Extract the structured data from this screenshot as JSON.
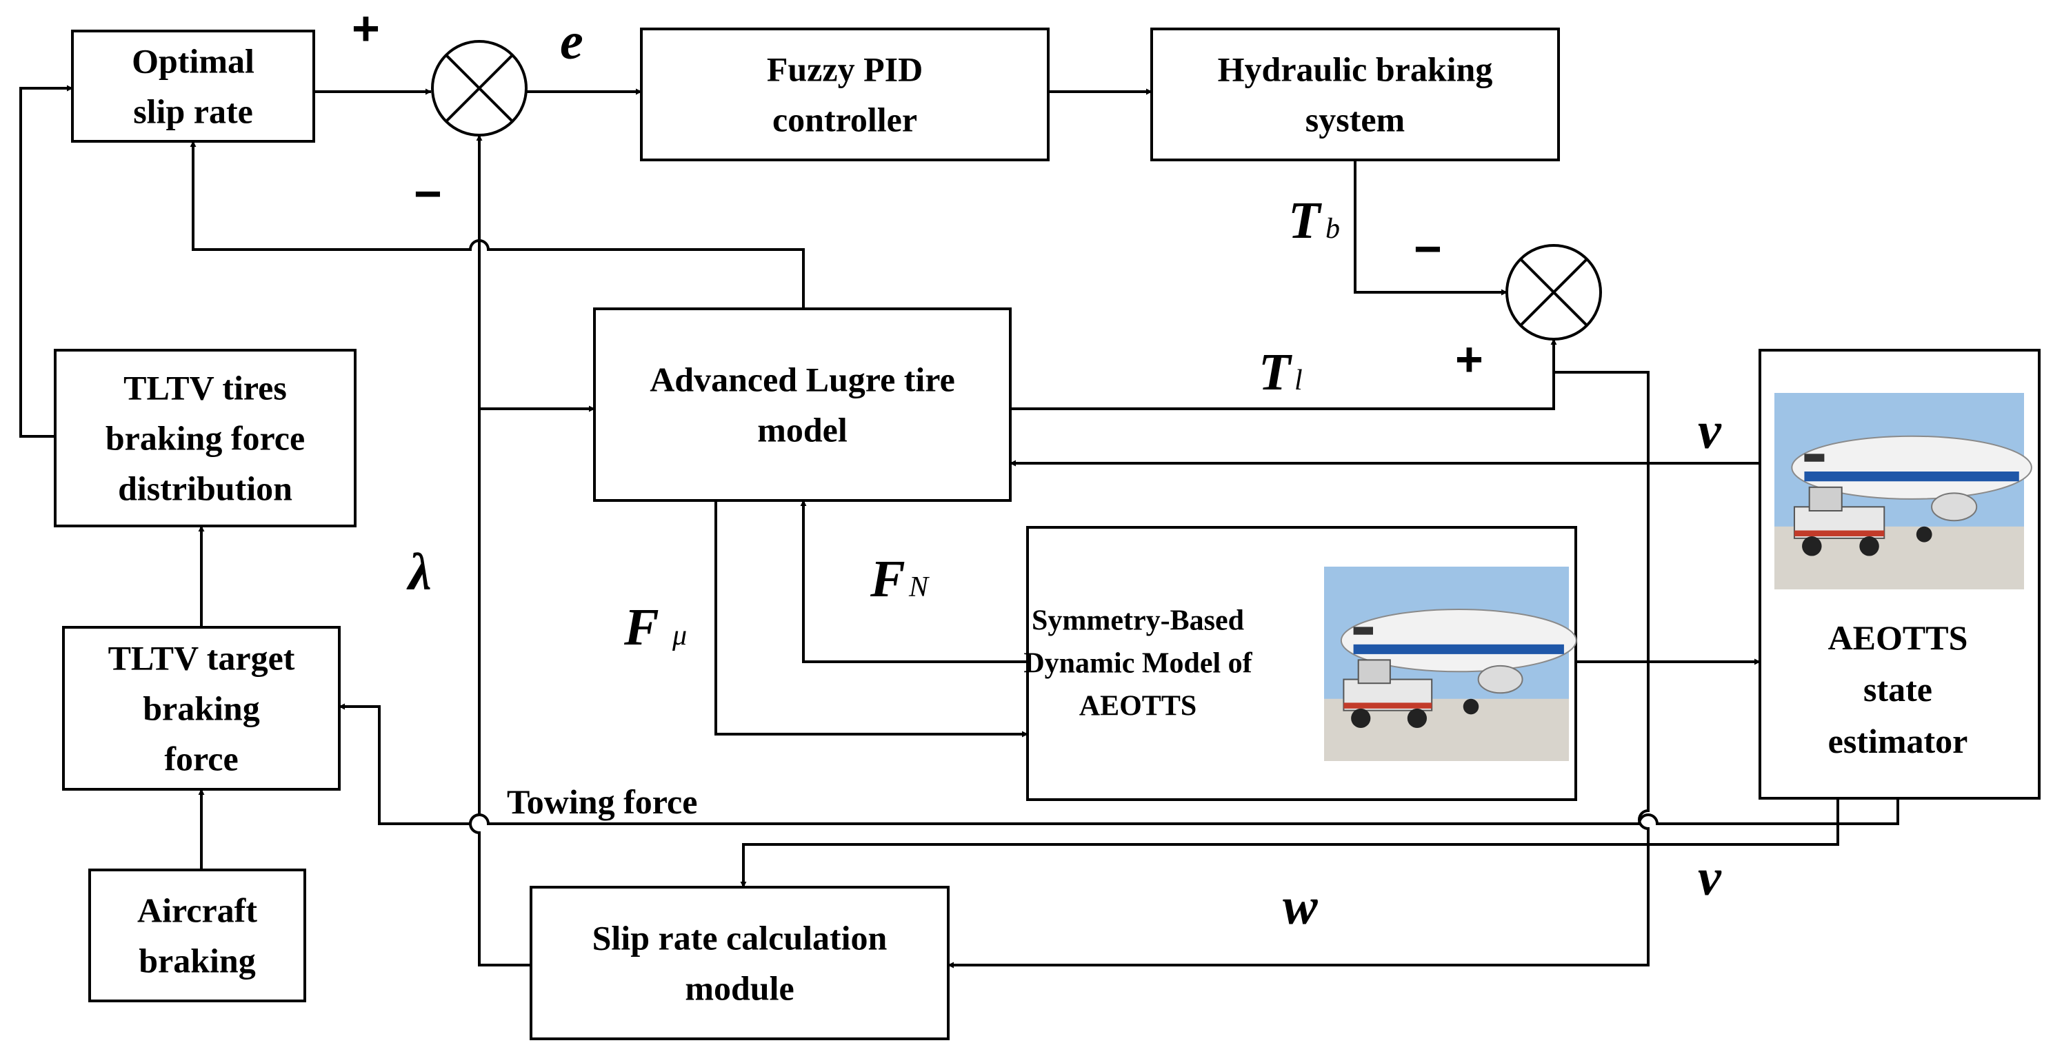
{
  "blocks": {
    "optimal_slip": [
      "Optimal",
      "slip rate"
    ],
    "fuzzy_pid": [
      "Fuzzy PID",
      "controller"
    ],
    "hydraulic": [
      "Hydraulic braking",
      "system"
    ],
    "lugre": [
      "Advanced Lugre tire",
      "model"
    ],
    "tltv_dist": [
      "TLTV tires",
      "braking force",
      "distribution"
    ],
    "tltv_target": [
      "TLTV target",
      "braking",
      "force"
    ],
    "aircraft_braking": [
      "Aircraft",
      "braking"
    ],
    "symmetry_model": [
      "Symmetry-Based",
      "Dynamic Model of",
      "AEOTTS"
    ],
    "estimator": [
      "AEOTTS",
      "state",
      "estimator"
    ],
    "slip_calc": [
      "Slip rate calculation",
      "module"
    ]
  },
  "signals": {
    "e": "e",
    "tb_main": "T",
    "tb_sub": "b",
    "tl_main": "T",
    "tl_sub": "l",
    "v_top": "v",
    "v_bottom": "v",
    "fn_main": "F",
    "fn_sub": "N",
    "fmu_main": "F",
    "fmu_sub": "μ",
    "lambda": "λ",
    "w": "w",
    "towing": "Towing force"
  },
  "signs": {
    "sum1_plus": "+",
    "sum1_minus": "−",
    "sum2_minus": "−",
    "sum2_plus": "+"
  },
  "colors": {
    "line": "#000000",
    "background": "#ffffff"
  }
}
